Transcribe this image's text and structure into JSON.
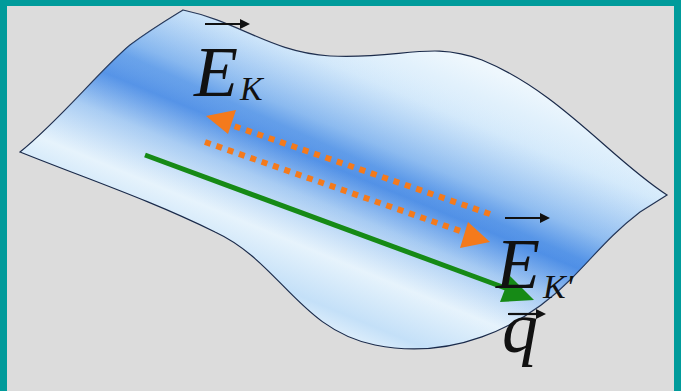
{
  "diagram": {
    "labels": [
      "E",
      "K",
      "E",
      "K'",
      "q"
    ]
  }
}
